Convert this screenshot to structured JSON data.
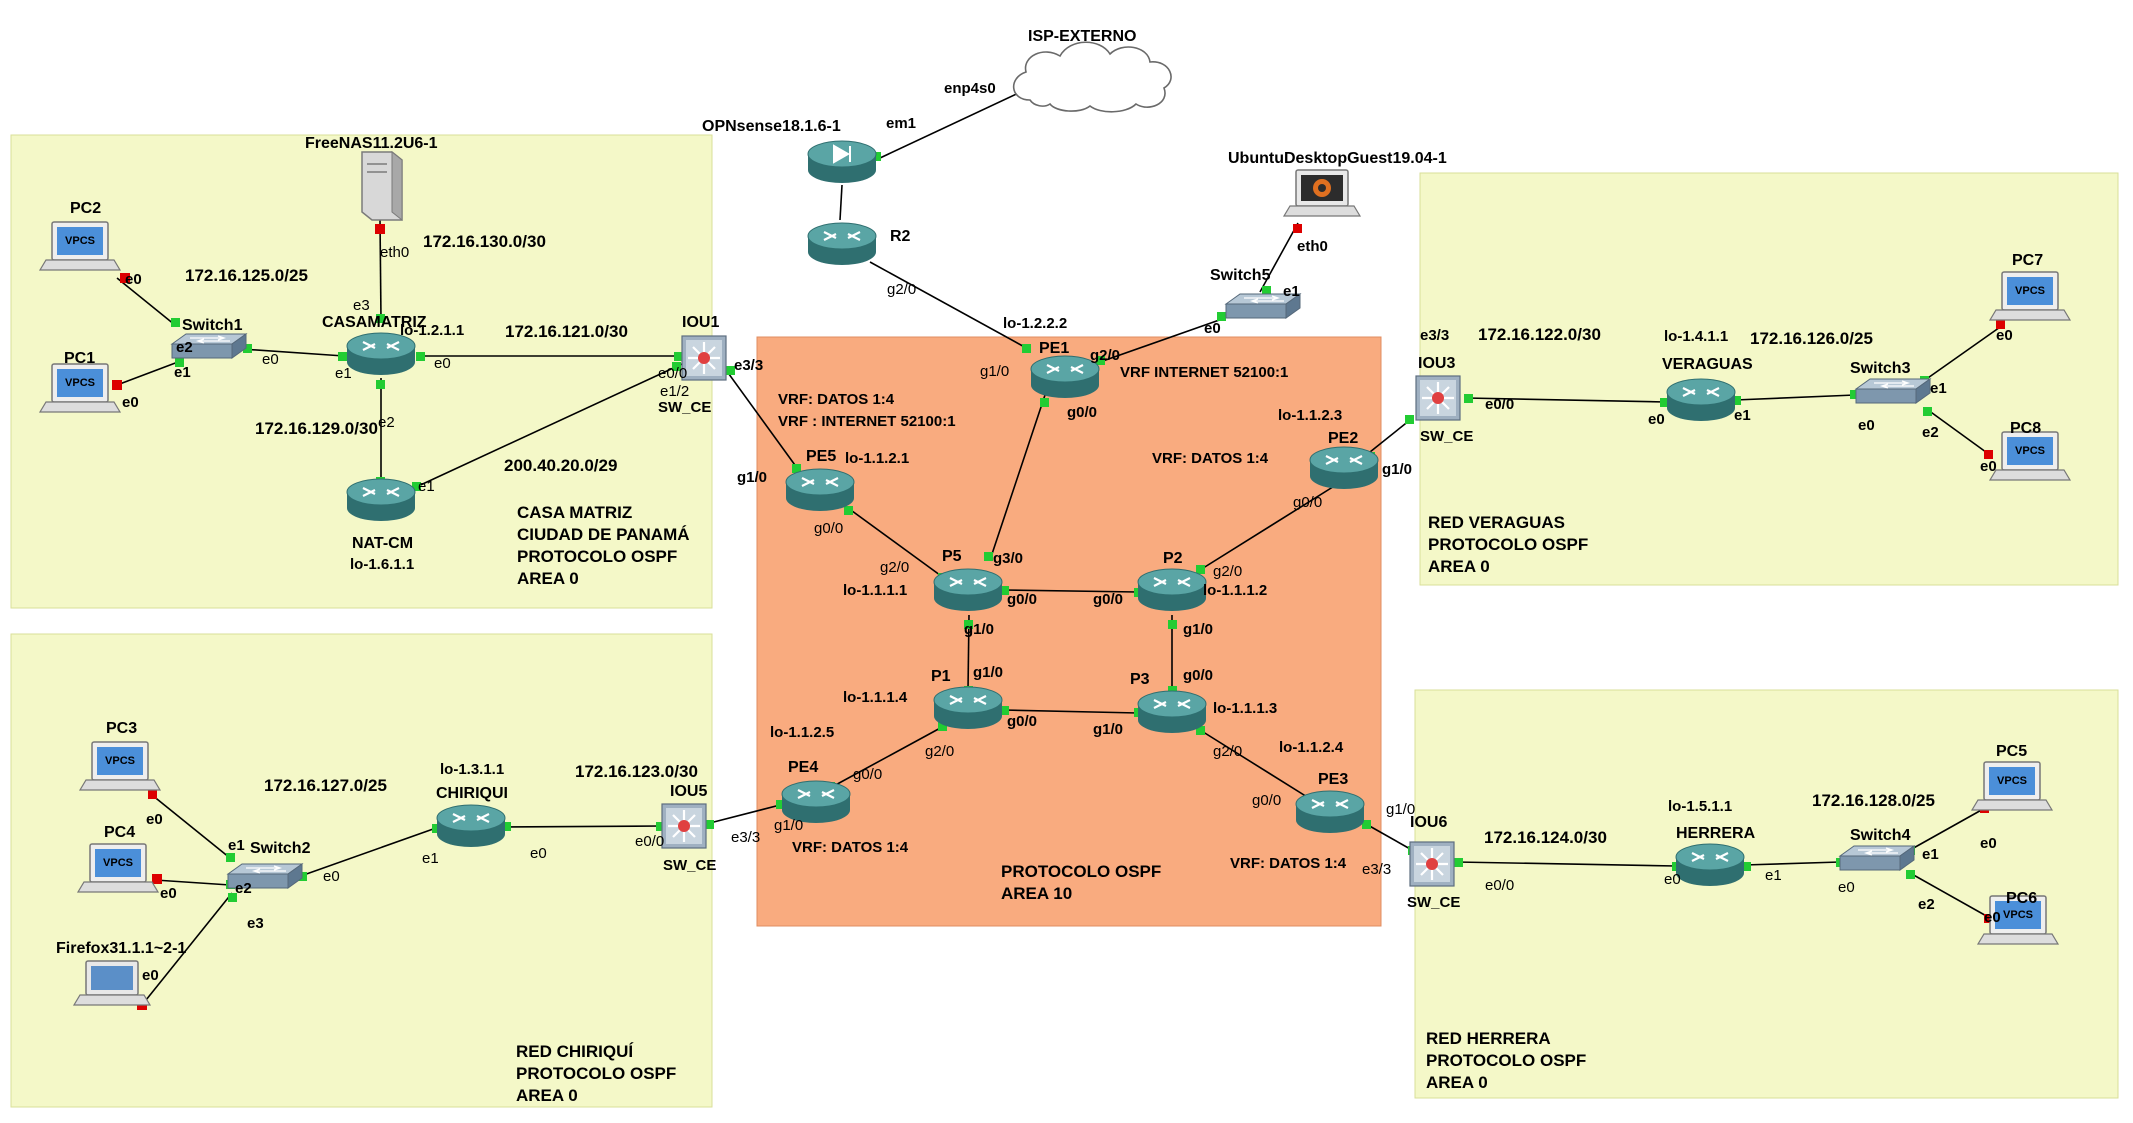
{
  "colors": {
    "zone": "#f4f8c8",
    "zone_border": "#d9df99",
    "core": "#f9ab7f",
    "core_border": "#e08c60",
    "router_top": "#4f9a9a",
    "router_side": "#2f6f70",
    "link": "#000000",
    "port_up": "#22cc33",
    "port_down": "#dd0000",
    "switch": "#7e97ad",
    "firewall": "#3f8d8e"
  },
  "zones": {
    "casa": "CASA MATRIZ\nCIUDAD DE PANAMÁ\nPROTOCOLO OSPF\nAREA 0",
    "chiriqui": "RED CHIRIQUÍ\nPROTOCOLO OSPF\nAREA 0",
    "veraguas": "RED VERAGUAS\nPROTOCOLO OSPF\nAREA 0",
    "herrera": "RED HERRERA\nPROTOCOLO OSPF\nAREA 0",
    "core": "PROTOCOLO OSPF\nAREA 10"
  },
  "nodes": {
    "cloud": "ISP-EXTERNO",
    "opnsense": "OPNsense18.1.6-1",
    "r2": "R2",
    "ubuntu": "UbuntuDesktopGuest19.04-1",
    "switch5": "Switch5",
    "freenas": "FreeNAS11.2U6-1",
    "pc2": "PC2",
    "pc1": "PC1",
    "switch1": "Switch1",
    "casamatriz": "CASAMATRIZ",
    "natcm": "NAT-CM",
    "iou1": "IOU1",
    "pe1": "PE1",
    "pe5": "PE5",
    "pe2": "PE2",
    "p5": "P5",
    "p2": "P2",
    "p1": "P1",
    "p3": "P3",
    "pe4": "PE4",
    "pe3": "PE3",
    "iou3": "IOU3",
    "veraguas": "VERAGUAS",
    "switch3": "Switch3",
    "pc7": "PC7",
    "pc8": "PC8",
    "pc3": "PC3",
    "pc4": "PC4",
    "firefox": "Firefox31.1.1~2-1",
    "switch2": "Switch2",
    "chiriqui": "CHIRIQUI",
    "iou5": "IOU5",
    "iou6": "IOU6",
    "herrera": "HERRERA",
    "switch4": "Switch4",
    "pc5": "PC5",
    "pc6": "PC6",
    "vpcs": "VPCS"
  },
  "labels": {
    "enp4s0": "enp4s0",
    "em1": "em1",
    "g20_r2": "g2/0",
    "eth0_ubuntu": "eth0",
    "e1_sw5": "e1",
    "e0_sw5": "e0",
    "lo_pe1": "lo-1.2.2.2",
    "g10_pe1": "g1/0",
    "g20_pe1": "g2/0",
    "g00_pe1": "g0/0",
    "vrf_internet_pe1": "VRF INTERNET 52100:1",
    "net_130": "172.16.130.0/30",
    "eth0_nas": "eth0",
    "e3_cm": "e3",
    "net_125": "172.16.125.0/25",
    "e0_pc2": "e0",
    "e2_sw1": "e2",
    "e1_sw1": "e1",
    "e0_pc1": "e0",
    "e0_sw1": "e0",
    "e1_cm": "e1",
    "lo_cm": "lo-1.2.1.1",
    "e0_cm": "e0",
    "e2_cm": "e2",
    "net_129": "172.16.129.0/30",
    "net_121": "172.16.121.0/30",
    "e1_nat": "e1",
    "lo_nat": "lo-1.6.1.1",
    "net_200": "200.40.20.0/29",
    "e00_iou1": "e0/0",
    "e12_iou1": "e1/2",
    "e33_iou1": "e3/3",
    "swce_iou1": "SW_CE",
    "vrf_pe5_a": "VRF: DATOS 1:4",
    "vrf_pe5_b": "VRF : INTERNET 52100:1",
    "lo_pe5": "lo-1.1.2.1",
    "g10_pe5": "g1/0",
    "g00_pe5": "g0/0",
    "g20_p5": "g2/0",
    "g30_p5": "g3/0",
    "lo_p5": "lo-1.1.1.1",
    "g00_p5": "g0/0",
    "g10_p5": "g1/0",
    "g00_p2": "g0/0",
    "g20_p2": "g2/0",
    "lo_p2": "lo-1.1.1.2",
    "g10_p2": "g1/0",
    "lo_pe2": "lo-1.1.2.3",
    "vrf_pe2": "VRF: DATOS 1:4",
    "g10_pe2": "g1/0",
    "g00_pe2": "g0/0",
    "g10_p1": "g1/0",
    "lo_p1": "lo-1.1.1.4",
    "g00_p1": "g0/0",
    "g20_p1": "g2/0",
    "g00_p3": "g0/0",
    "g10_p3": "g1/0",
    "lo_p3": "lo-1.1.1.3",
    "g20_p3": "g2/0",
    "lo_pe4": "lo-1.1.2.5",
    "g00_pe4": "g0/0",
    "g10_pe4": "g1/0",
    "vrf_pe4": "VRF: DATOS 1:4",
    "lo_pe3": "lo-1.1.2.4",
    "g00_pe3": "g0/0",
    "g10_pe3": "g1/0",
    "vrf_pe3": "VRF: DATOS 1:4",
    "e33_iou3": "e3/3",
    "swce_iou3": "SW_CE",
    "net_122": "172.16.122.0/30",
    "e00_iou3": "e0/0",
    "lo_ver": "lo-1.4.1.1",
    "e0_ver": "e0",
    "e1_ver": "e1",
    "net_126": "172.16.126.0/25",
    "e0_sw3": "e0",
    "e1_sw3": "e1",
    "e2_sw3": "e2",
    "e0_pc7": "e0",
    "e0_pc8": "e0",
    "net_127": "172.16.127.0/25",
    "e0_pc3": "e0",
    "e1_sw2": "e1",
    "e0_pc4": "e0",
    "e2_sw2": "e2",
    "e3_sw2": "e3",
    "e0_ff": "e0",
    "e0_sw2": "e0",
    "lo_chi": "lo-1.3.1.1",
    "e1_chi": "e1",
    "e0_chi": "e0",
    "net_123": "172.16.123.0/30",
    "e00_iou5": "e0/0",
    "e33_iou5": "e3/3",
    "swce_iou5": "SW_CE",
    "e33_iou6": "e3/3",
    "swce_iou6": "SW_CE",
    "net_124": "172.16.124.0/30",
    "e00_iou6": "e0/0",
    "lo_her": "lo-1.5.1.1",
    "e0_her": "e0",
    "e1_her": "e1",
    "net_128": "172.16.128.0/25",
    "e0_sw4": "e0",
    "e1_sw4": "e1",
    "e2_sw4": "e2",
    "e0_pc5": "e0",
    "e0_pc6": "e0"
  }
}
